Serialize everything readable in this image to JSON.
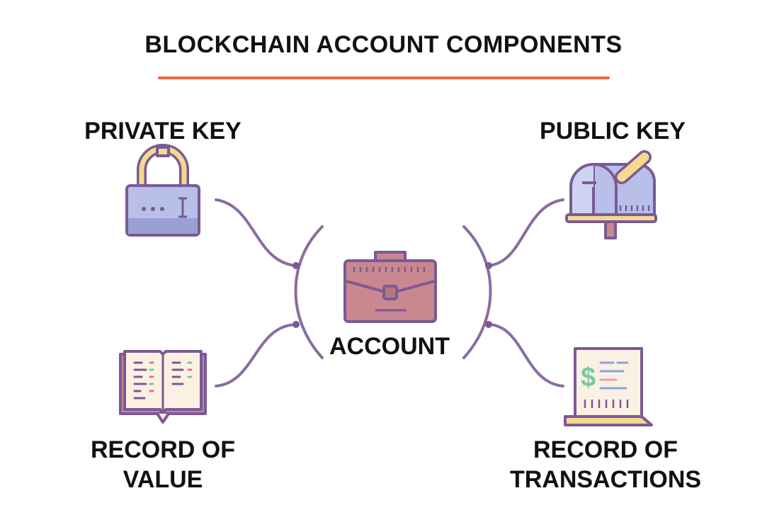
{
  "title": "BLOCKCHAIN ACCOUNT COMPONENTS",
  "center": {
    "label": "ACCOUNT",
    "icon": "briefcase-icon"
  },
  "components": {
    "private_key": {
      "label": "PRIVATE KEY",
      "icon": "padlock-icon"
    },
    "public_key": {
      "label": "PUBLIC KEY",
      "icon": "mailbox-icon"
    },
    "record_of_value": {
      "line1": "RECORD OF",
      "line2": "VALUE",
      "icon": "ledger-book-icon"
    },
    "record_of_transactions": {
      "line1": "RECORD OF",
      "line2": "TRANSACTIONS",
      "icon": "receipt-icon"
    }
  },
  "colors": {
    "accent": "#e86a3a",
    "connector": "#8a6d9e",
    "outline": "#7a5a96",
    "lavender": "#b8bfe8",
    "mauve": "#c9878f",
    "gold": "#f5d98c",
    "cream": "#fbf1e3"
  }
}
